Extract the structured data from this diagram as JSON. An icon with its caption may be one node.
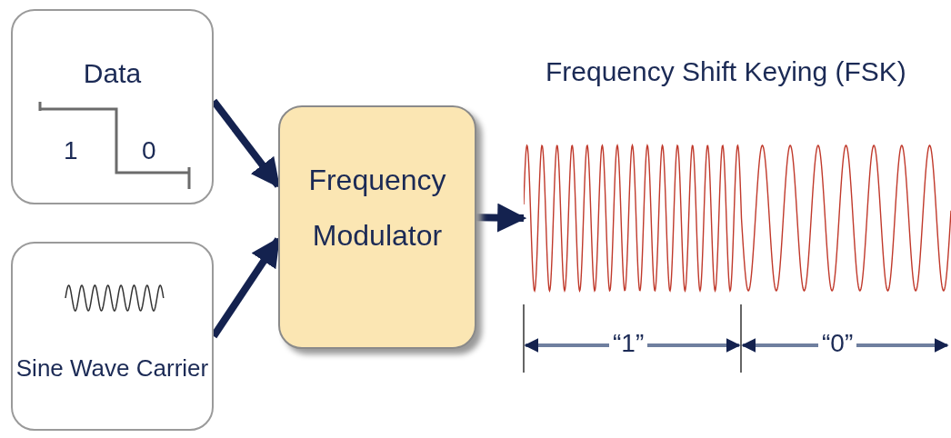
{
  "diagram": {
    "title": "Frequency Shift Keying (FSK)",
    "nodes": [
      {
        "text": [
          "Data"
        ]
      },
      {
        "text": [
          "Sine Wave Carrier"
        ]
      },
      {
        "text": [
          "Frequency Modulator"
        ]
      },
      {
        "text": [],
        "shape": "picture"
      }
    ],
    "edges": [
      {
        "from": 0,
        "to": 2,
        "arrow": "to"
      },
      {
        "from": 1,
        "to": 2,
        "arrow": "to"
      },
      {
        "from": 2,
        "to": 3,
        "arrow": "to"
      }
    ],
    "labels": [
      "1",
      "0",
      "“1”",
      "“0”"
    ]
  }
}
